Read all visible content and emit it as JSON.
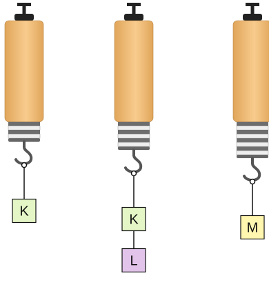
{
  "colors": {
    "body_light": "#f8cc8e",
    "body_dark": "#e0a55a",
    "band_dark": "#6e6e6e",
    "band_light": "#eeeeee",
    "block_green": "#e4f6c6",
    "block_yellow": "#fff6b0",
    "block_purple": "#e2c4ea",
    "hook": "#555555",
    "line": "#111111"
  },
  "scales": [
    {
      "name": "scale-left",
      "extension_bands": 2,
      "blocks": [
        {
          "label": "K",
          "color": "block_green"
        }
      ]
    },
    {
      "name": "scale-middle",
      "extension_bands": 3,
      "blocks": [
        {
          "label": "K",
          "color": "block_green"
        },
        {
          "label": "L",
          "color": "block_purple"
        }
      ]
    },
    {
      "name": "scale-right",
      "extension_bands": 4,
      "blocks": [
        {
          "label": "M",
          "color": "block_yellow"
        }
      ]
    }
  ]
}
